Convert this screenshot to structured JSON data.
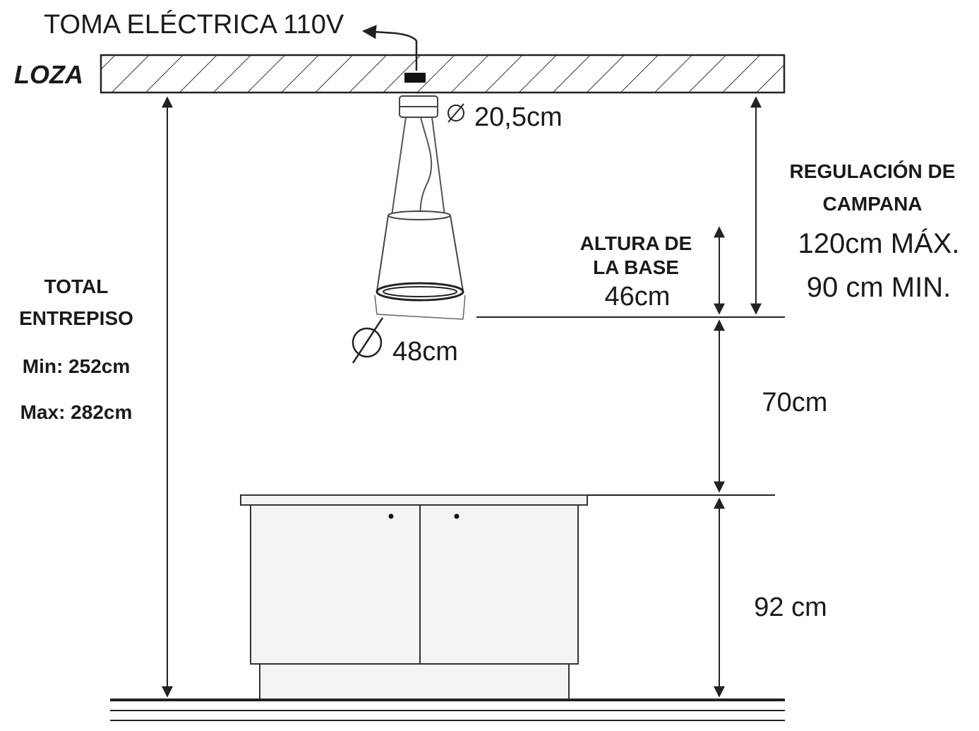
{
  "labels": {
    "outlet": "TOMA ELÉCTRICA  110V",
    "slab": "LOZA",
    "canopy_diameter": "20,5cm",
    "hood_diameter": "48cm",
    "total_title_1": "TOTAL",
    "total_title_2": "ENTREPISO",
    "total_min": "Min: 252cm",
    "total_max": "Max: 282cm",
    "base_height_title_1": "ALTURA DE",
    "base_height_title_2": "LA BASE",
    "base_height_value": "46cm",
    "regulation_title_1": "REGULACIÓN DE",
    "regulation_title_2": "CAMPANA",
    "regulation_max": "120cm MÁX.",
    "regulation_min": "90 cm MIN.",
    "clearance": "70cm",
    "counter_height": "92 cm"
  },
  "icons": {
    "diameter_symbol": "⌀"
  },
  "colors": {
    "line": "#222222",
    "hatch": "#333333",
    "cabinet_fill": "#f4f4f4"
  }
}
